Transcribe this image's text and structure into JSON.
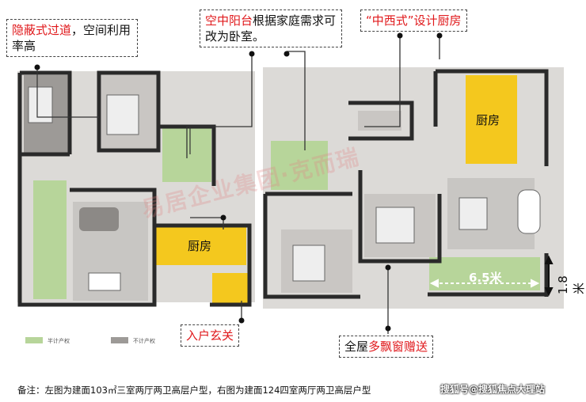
{
  "callouts": {
    "corridor": {
      "highlight": "隐蔽式过道",
      "rest": "，空间利用率高"
    },
    "balcony": {
      "highlight": "空中阳台",
      "rest": "根据家庭需求可改为卧室。"
    },
    "kitchen_style": {
      "highlight": "“中西式”设计厨房",
      "rest": ""
    },
    "entrance": {
      "highlight": "入户玄关",
      "rest": ""
    },
    "windows": {
      "prefix": "全屋",
      "highlight": "多飘窗赠送"
    }
  },
  "rooms": {
    "left_kitchen": "厨房",
    "right_kitchen": "厨房"
  },
  "dimensions": {
    "width": "6.5米",
    "depth": "1.8米"
  },
  "legend": {
    "half_area": "半计产权",
    "not_counted": "不计产权"
  },
  "watermark": "易居企业集团·克而瑞",
  "footnote": "备注：左图为建面103㎡三室两厅两卫高层户型，右图为建面124四室两厅两卫高层户型",
  "source_tag": "搜狐号@搜狐焦点大理站",
  "colors": {
    "highlight_red": "#e0181b",
    "kitchen_yellow": "#f4c81e",
    "balcony_green": "#b7d59a",
    "wall": "#2a2a2a",
    "floor": "#d8d6d3"
  }
}
